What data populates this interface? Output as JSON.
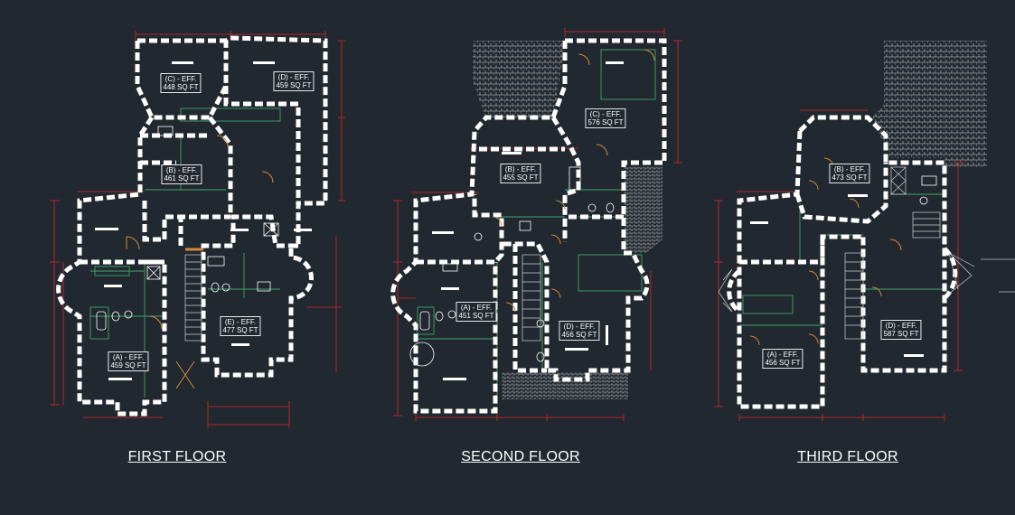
{
  "floors": [
    {
      "title": "FIRST FLOOR",
      "units": [
        {
          "name": "(C) - EFF.",
          "area": "448 SQ FT"
        },
        {
          "name": "(D) - EFF.",
          "area": "459 SQ FT"
        },
        {
          "name": "(B) - EFF.",
          "area": "461 SQ FT"
        },
        {
          "name": "(A) - EFF.",
          "area": "459 SQ FT"
        },
        {
          "name": "(E) - EFF.",
          "area": "477 SQ FT"
        }
      ]
    },
    {
      "title": "SECOND FLOOR",
      "units": [
        {
          "name": "(C) - EFF.",
          "area": "576 SQ FT"
        },
        {
          "name": "(B) - EFF.",
          "area": "455 SQ FT"
        },
        {
          "name": "(A) - EFF.",
          "area": "451 SQ FT"
        },
        {
          "name": "(D) - EFF.",
          "area": "456 SQ FT"
        }
      ]
    },
    {
      "title": "THIRD FLOOR",
      "units": [
        {
          "name": "(B) - EFF.",
          "area": "473 SQ FT"
        },
        {
          "name": "(A) - EFF.",
          "area": "456 SQ FT"
        },
        {
          "name": "(D) - EFF.",
          "area": "587 SQ FT"
        }
      ]
    }
  ],
  "colors": {
    "background": "#212830",
    "exterior_wall": "#ffffff",
    "dimension_line": "#d8272a",
    "interior_line": "#3fa66b",
    "door": "#d08a3a",
    "roof_hatch": "#cfcfcf"
  }
}
